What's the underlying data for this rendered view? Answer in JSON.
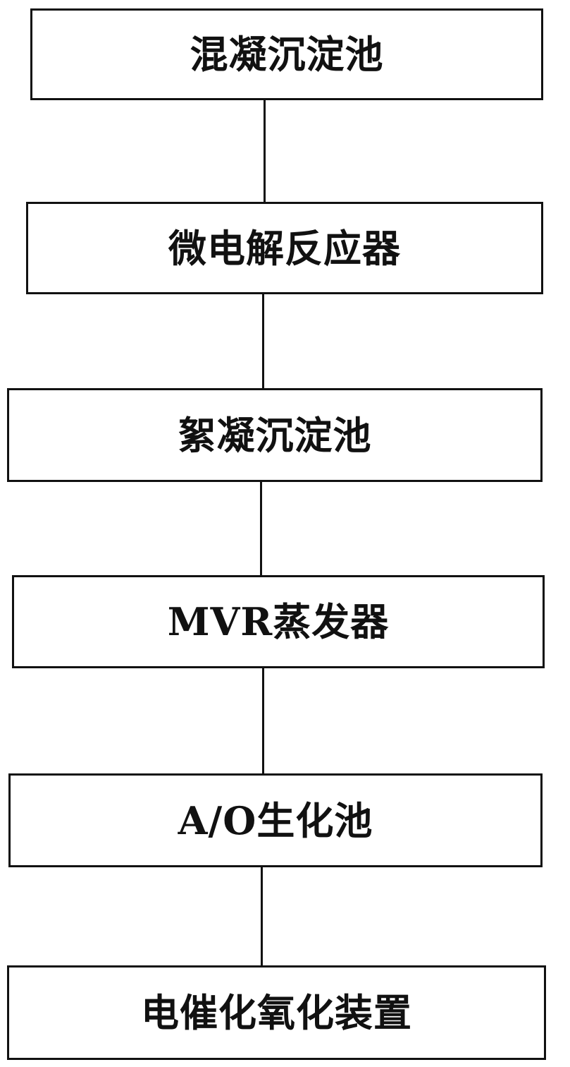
{
  "flowchart": {
    "steps": [
      {
        "label": "混凝沉淀池"
      },
      {
        "label": "微电解反应器"
      },
      {
        "label": "絮凝沉淀池"
      },
      {
        "label": "MVR蒸发器"
      },
      {
        "label": "A/O生化池"
      },
      {
        "label": "电催化氧化装置"
      }
    ]
  }
}
